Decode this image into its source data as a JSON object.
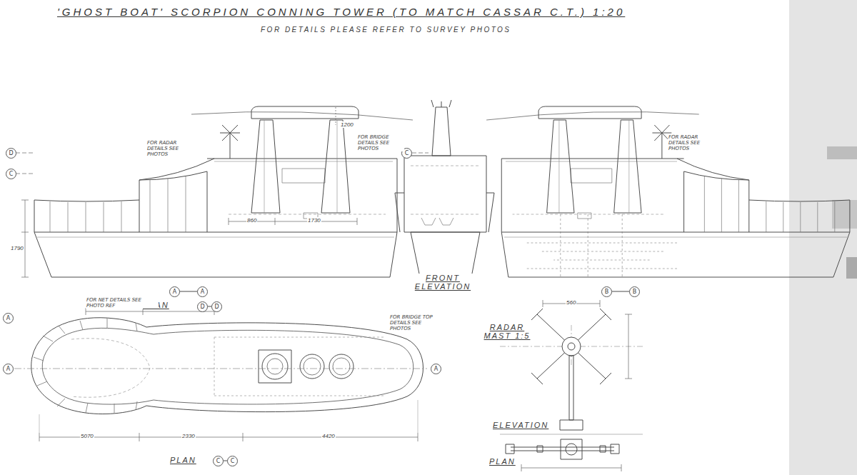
{
  "diagram": {
    "title": "'GHOST BOAT' SCORPION CONNING TOWER (TO MATCH CASSAR C.T.) 1:20",
    "labels": [
      "FOR DETAILS PLEASE REFER TO SURVEY PHOTOS",
      "D",
      "C",
      "C",
      "A",
      "A",
      "FRONT ELEVATION",
      "B",
      "B",
      "PLAN",
      "D",
      "D",
      "A",
      "A",
      "A",
      "PLAN",
      "C",
      "C",
      "RADAR MAST 1:5",
      "ELEVATION",
      "PLAN",
      "1790",
      "860",
      "1730",
      "5070",
      "2330",
      "4420",
      "560",
      "1200",
      "FOR RADAR DETAILS SEE PHOTOS",
      "FOR BRIDGE DETAILS SEE PHOTOS",
      "FOR NET DETAILS SEE PHOTO REF",
      "FOR BRIDGE TOP DETAILS SEE PHOTOS",
      "FOR RADAR DETAILS SEE PHOTOS"
    ]
  }
}
